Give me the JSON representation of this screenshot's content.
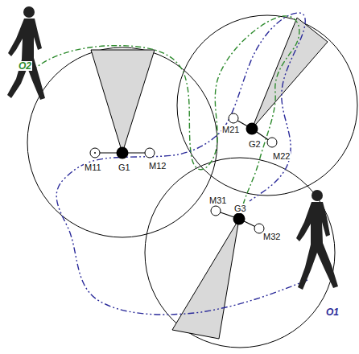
{
  "diagram": {
    "labels": [
      "M11",
      "G1",
      "M12",
      "M21",
      "G2",
      "M22",
      "M31",
      "G3",
      "M32",
      "O2",
      "O1"
    ]
  }
}
